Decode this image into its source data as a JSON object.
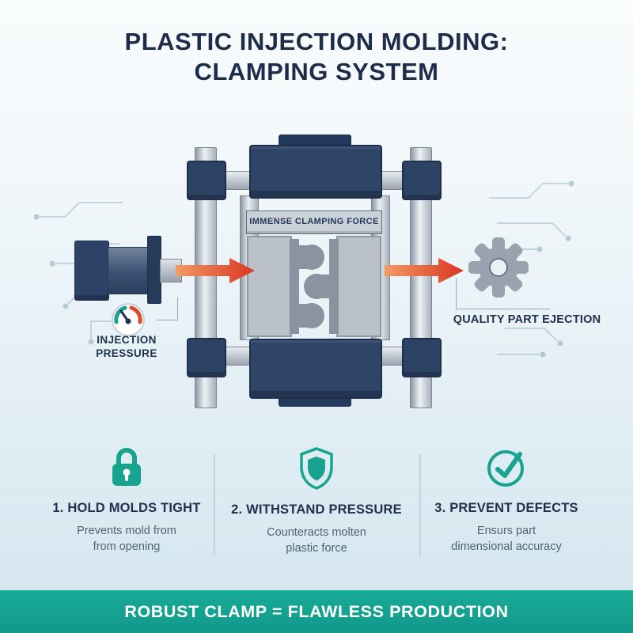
{
  "title": {
    "line1": "PLASTIC INJECTION MOLDING:",
    "line2": "CLAMPING SYSTEM"
  },
  "diagram": {
    "clamping_force_label": "IMMENSE CLAMPING FORCE",
    "injection_pressure": {
      "line1": "INJECTION",
      "line2": "PRESSURE"
    },
    "ejection_label": "QUALITY PART EJECTION",
    "icons": [
      "pressure-gauge-icon",
      "gear-icon",
      "flow-arrow-icon"
    ]
  },
  "benefits": [
    {
      "icon": "lock-icon",
      "title": "1. HOLD MOLDS TIGHT",
      "description_line1": "Prevents mold from",
      "description_line2": "from opening"
    },
    {
      "icon": "shield-icon",
      "title": "2. WITHSTAND PRESSURE",
      "description_line1": "Counteracts molten",
      "description_line2": "plastic force"
    },
    {
      "icon": "check-circle-icon",
      "title": "3. PREVENT DEFECTS",
      "description_line1": "Ensurs part",
      "description_line2": "dimensional accuracy"
    }
  ],
  "footer": {
    "banner_text": "ROBUST CLAMP = FLAWLESS PRODUCTION"
  },
  "colors": {
    "navy": "#2c4266",
    "teal": "#17a390",
    "silver": "#c7cfd8",
    "arrow_red": "#dd3a27",
    "background": "#e4eff5"
  }
}
